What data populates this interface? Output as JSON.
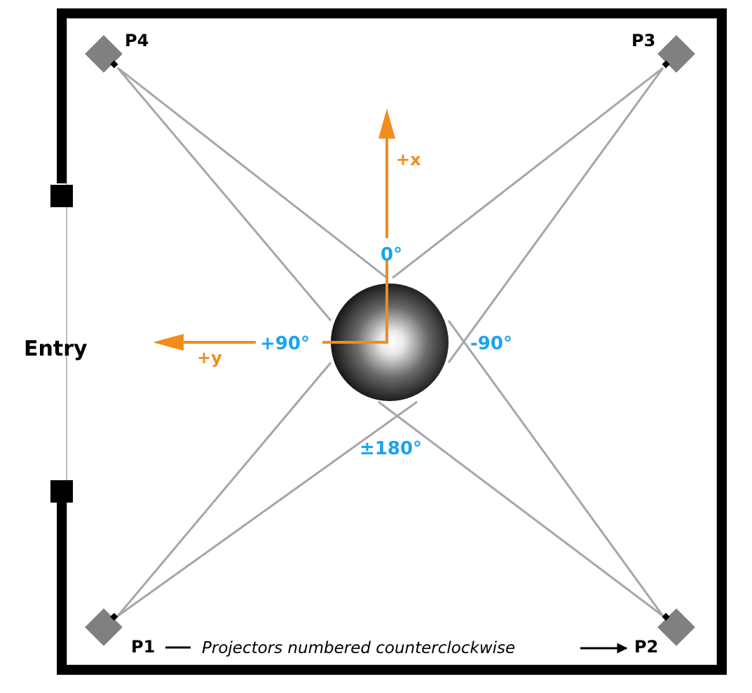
{
  "colors": {
    "axis": "#f28c1a",
    "angle": "#1aa3f0",
    "beam": "#a6a6a6",
    "projector": "#808080",
    "wall": "#000000",
    "floor_border": "#bdbdbd"
  },
  "room": {
    "entry_label": "Entry"
  },
  "projectors": [
    {
      "id": "P1",
      "label": "P1"
    },
    {
      "id": "P2",
      "label": "P2"
    },
    {
      "id": "P3",
      "label": "P3"
    },
    {
      "id": "P4",
      "label": "P4"
    }
  ],
  "axes": {
    "x_label": "+x",
    "y_label": "+y"
  },
  "angles": {
    "front": "0°",
    "left": "+90°",
    "right": "-90°",
    "back": "±180°"
  },
  "caption": {
    "text": "Projectors numbered counterclockwise"
  }
}
